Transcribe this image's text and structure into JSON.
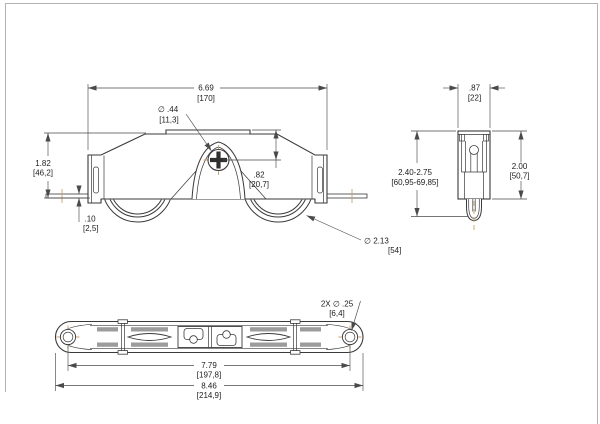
{
  "drawing": {
    "type": "engineering-dimension-drawing",
    "views": {
      "front": {
        "dims": {
          "overall_width": {
            "in": "6.69",
            "mm": "[170]"
          },
          "screw_dia": {
            "in": "∅ .44",
            "mm": "[11,3]"
          },
          "height": {
            "in": "1.82",
            "mm": "[46,2]"
          },
          "tab_thickness": {
            "in": ".10",
            "mm": "[2,5]"
          },
          "screw_offset": {
            "in": ".82",
            "mm": "[20,7]"
          },
          "wheel_dia": {
            "in": "∅ 2.13",
            "mm": "[54]"
          }
        }
      },
      "side": {
        "dims": {
          "width": {
            "in": ".87",
            "mm": "[22]"
          },
          "adjust_range": {
            "in": "2.40-2.75",
            "mm": "[60,95-69,85]"
          },
          "body_height": {
            "in": "2.00",
            "mm": "[50,7]"
          }
        }
      },
      "bottom": {
        "dims": {
          "hole_dia": {
            "in": "2X ∅ .25",
            "mm": "[6,4]"
          },
          "hole_spacing": {
            "in": "7.79",
            "mm": "[197,8]"
          },
          "overall_length": {
            "in": "8.46",
            "mm": "[214,9]"
          }
        }
      }
    },
    "colors": {
      "line": "#3a3a3a",
      "dimension": "#4a4a4a",
      "centerline": "#c8a06e",
      "tread": "#9c9c9c",
      "frame": "#b3b3b3",
      "text": "#1c1c1c"
    }
  }
}
